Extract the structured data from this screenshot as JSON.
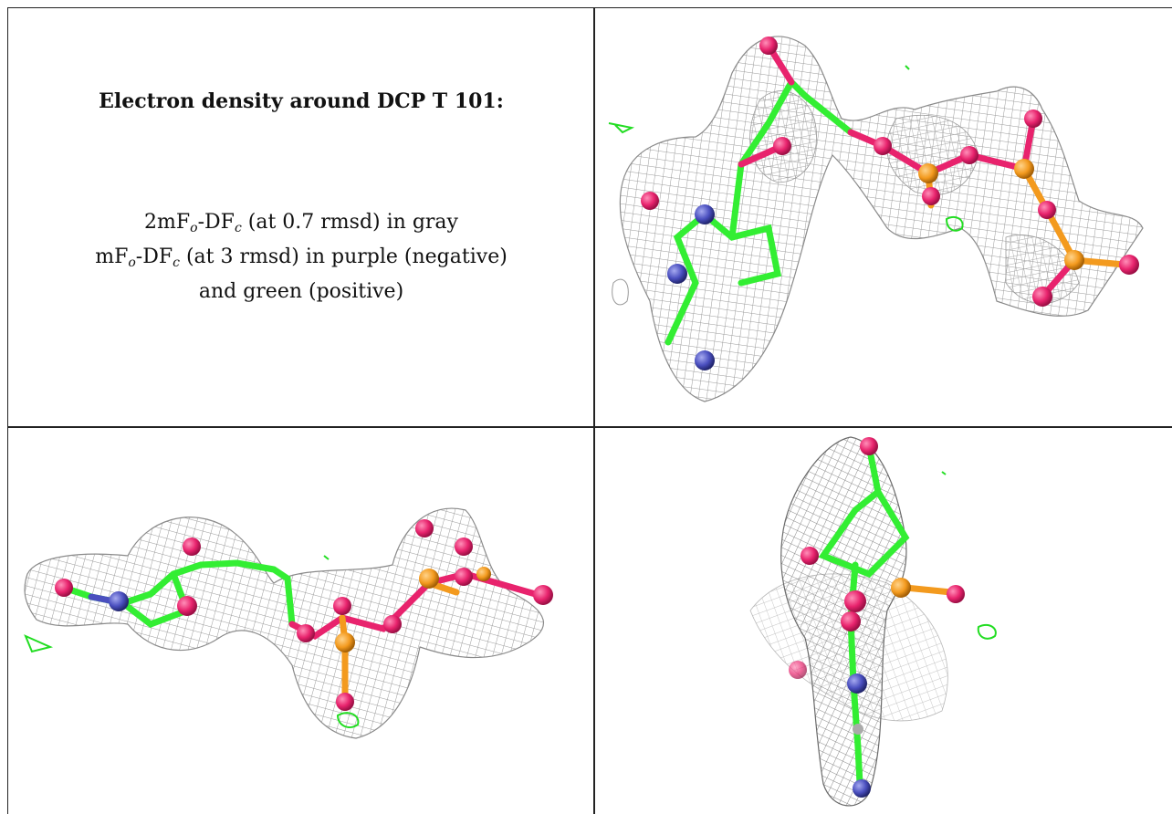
{
  "caption": {
    "title": "Electron density around DCP T 101:",
    "line1": {
      "a": "2mF",
      "a_sub": "o",
      "b": "-DF",
      "b_sub": "c",
      "c": " (at 0.7 rmsd) in gray"
    },
    "line2": {
      "a": "mF",
      "a_sub": "o",
      "b": "-DF",
      "b_sub": "c",
      "c": " (at 3 rmsd) in purple (negative)"
    },
    "line3": "and green (positive)"
  },
  "colors": {
    "mesh_gray": "#9a9a9a",
    "carbon_green": "#33ee33",
    "nitrogen_blue": "#4a4fbf",
    "oxygen_red": "#e8236d",
    "phosphorus_orange": "#f39a1e",
    "positive_density": "#22dd22"
  },
  "panels": [
    {
      "name": "view-top-right"
    },
    {
      "name": "view-bottom-left"
    },
    {
      "name": "view-bottom-right"
    }
  ]
}
